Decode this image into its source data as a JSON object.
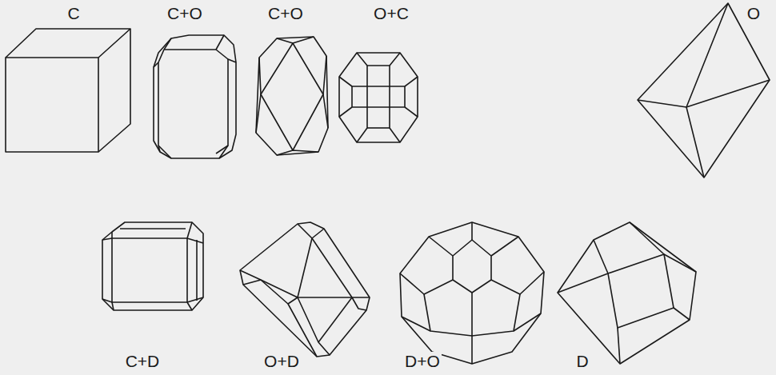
{
  "diagram": {
    "labels": [
      "C",
      "C+O",
      "C+O",
      "O+C",
      "O",
      "C+D",
      "O+D",
      "D+O",
      "D"
    ]
  }
}
